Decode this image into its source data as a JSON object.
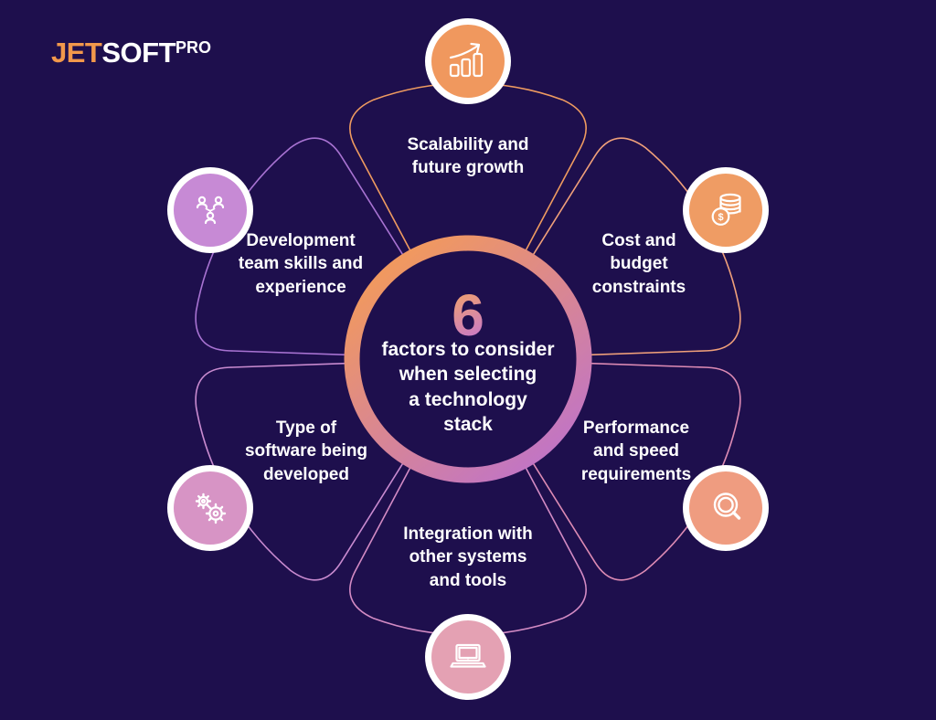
{
  "background_color": "#1E0F4D",
  "brand": {
    "jet": "JET",
    "soft": "SOFT",
    "pro": "PRO",
    "jet_color": "#F2984B",
    "text_color": "#FFFFFF"
  },
  "center": {
    "number": "6",
    "title": "factors to consider\nwhen selecting\na technology\nstack",
    "number_gradient": [
      "#F5A763",
      "#C878C9"
    ],
    "ring_gradient": [
      "#F49B58",
      "#BE72CC"
    ],
    "text_color": "#FFFFFF"
  },
  "factors": [
    {
      "label": "Scalability and\nfuture growth",
      "icon": "growth-chart-icon",
      "icon_color": "#F0985E",
      "petal_color": "#EF9B60"
    },
    {
      "label": "Cost and\nbudget\nconstraints",
      "icon": "coins-icon",
      "icon_color": "#EF9C64",
      "petal_color": "#F0A07A",
      "coin_symbol": "$"
    },
    {
      "label": "Performance\nand speed\nrequirements",
      "icon": "magnifier-icon",
      "icon_color": "#EF9C80",
      "petal_color": "#DD8BB4"
    },
    {
      "label": "Integration with\nother systems\nand tools",
      "icon": "laptop-icon",
      "icon_color": "#E4A1B3",
      "petal_color": "#D38BC4"
    },
    {
      "label": "Type of\nsoftware being\ndeveloped",
      "icon": "gears-icon",
      "icon_color": "#D794C5",
      "petal_color": "#C98BD0"
    },
    {
      "label": "Development\nteam skills and\nexperience",
      "icon": "team-icon",
      "icon_color": "#C78AD5",
      "petal_color": "#A873D2"
    }
  ]
}
